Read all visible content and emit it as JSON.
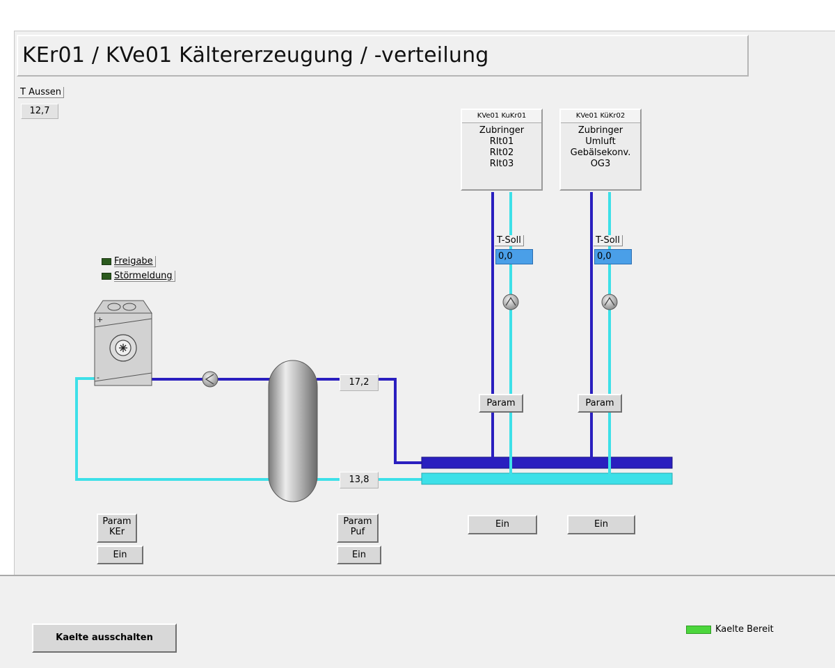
{
  "title": "KEr01 / KVe01 Kältererzeugung / -verteilung",
  "outdoor": {
    "label": "T Aussen",
    "value": "12,7"
  },
  "chiller": {
    "status": [
      {
        "label": "Freigabe",
        "color": "#2b5a1e"
      },
      {
        "label": "Störmeldung",
        "color": "#2b5a1e"
      }
    ],
    "param_label_line1": "Param",
    "param_label_line2": "KEr",
    "on_label": "Ein"
  },
  "buffer": {
    "supply_temp": "17,2",
    "return_temp": "13,8",
    "param_label_line1": "Param",
    "param_label_line2": "Puf",
    "on_label": "Ein"
  },
  "circuits": [
    {
      "header": "KVe01 KuKr01",
      "lines": [
        "Zubringer",
        "RIt01",
        "RIt02",
        "RIt03"
      ],
      "tsoll_label": "T-Soll",
      "tsoll_value": "0,0",
      "param_label": "Param",
      "on_label": "Ein"
    },
    {
      "header": "KVe01 KüKr02",
      "lines": [
        "Zubringer",
        "Umluft",
        "Gebälsekonv.",
        "OG3"
      ],
      "tsoll_label": "T-Soll",
      "tsoll_value": "0,0",
      "param_label": "Param",
      "on_label": "Ein"
    }
  ],
  "footer": {
    "off_button": "Kaelte ausschalten",
    "ready_label": "Kaelte Bereit",
    "ready_color": "#4cd63c"
  },
  "colors": {
    "supply_pipe": "#2a1fbf",
    "return_pipe": "#3de0e8",
    "tsoll_input": "#4a9fe8"
  }
}
